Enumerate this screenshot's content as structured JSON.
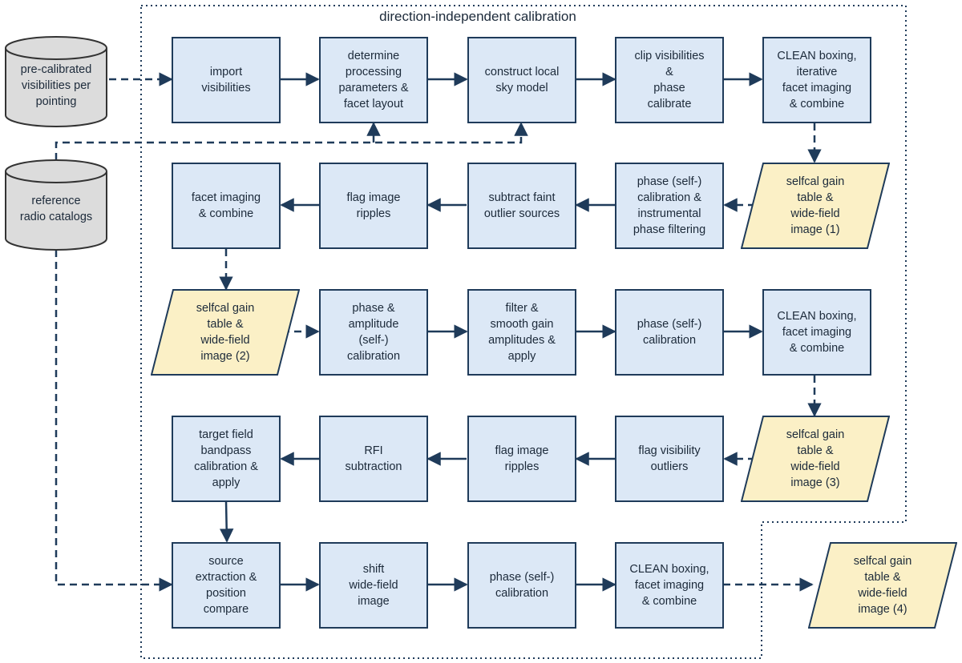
{
  "region": {
    "title": "direction-independent calibration"
  },
  "inputs": {
    "precalibrated": "pre-calibrated\nvisibilities per\npointing",
    "catalogs": "reference\nradio catalogs"
  },
  "rows": [
    [
      "import\nvisibilities",
      "determine\nprocessing\nparameters &\nfacet layout",
      "construct local\nsky model",
      "clip visibilities\n&\nphase\ncalibrate",
      "CLEAN boxing,\niterative\nfacet imaging\n& combine"
    ],
    [
      "facet imaging\n& combine",
      "flag image\nripples",
      "subtract faint\noutlier sources",
      "phase (self-)\ncalibration &\ninstrumental\nphase filtering"
    ],
    [
      "phase &\namplitude\n(self-)\ncalibration",
      "filter &\nsmooth gain\namplitudes &\napply",
      "phase (self-)\ncalibration",
      "CLEAN boxing,\nfacet imaging\n& combine"
    ],
    [
      "target field\nbandpass\ncalibration &\napply",
      "RFI\nsubtraction",
      "flag image\nripples",
      "flag visibility\noutliers"
    ],
    [
      "source\nextraction &\nposition\ncompare",
      "shift\nwide-field\nimage",
      "phase (self-)\ncalibration",
      "CLEAN boxing,\nfacet imaging\n& combine"
    ]
  ],
  "products": [
    "selfcal gain\ntable &\nwide-field\nimage (1)",
    "selfcal gain\ntable &\nwide-field\nimage (2)",
    "selfcal gain\ntable &\nwide-field\nimage (3)",
    "selfcal gain\ntable &\nwide-field\nimage (4)"
  ],
  "colors": {
    "process_fill": "#dce8f6",
    "product_fill": "#fbf0c6",
    "storage_fill": "#dcdcdc",
    "line": "#1f3b5a"
  }
}
